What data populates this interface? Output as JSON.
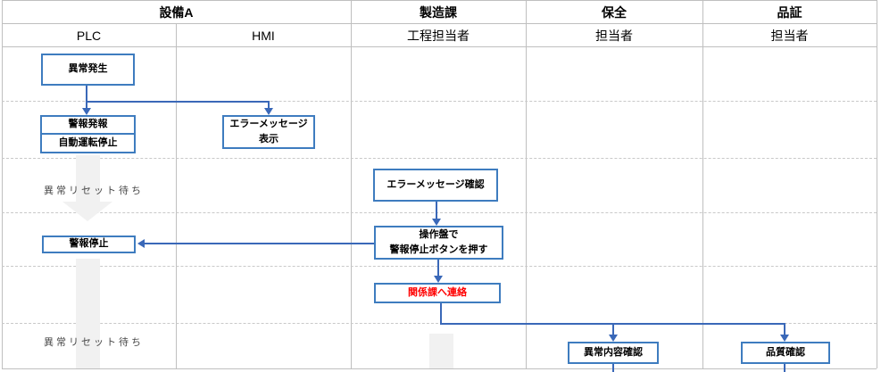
{
  "header": {
    "groups": [
      {
        "label": "設備A"
      },
      {
        "label": "製造課"
      },
      {
        "label": "保全"
      },
      {
        "label": "品証"
      }
    ],
    "subs": [
      "PLC",
      "HMI",
      "工程担当者",
      "担当者",
      "担当者"
    ]
  },
  "nodes": {
    "abnormal_occurs": "異常発生",
    "alarm_issued": "警報発報",
    "auto_stop": "自動運転停止",
    "error_msg_display_line1": "エラーメッセージ",
    "error_msg_display_line2": "表示",
    "error_msg_confirm": "エラーメッセージ確認",
    "press_stop_line1": "操作盤で",
    "press_stop_line2": "警報停止ボタンを押す",
    "alarm_stop": "警報停止",
    "contact_related": "関係課へ連絡",
    "abnormal_content_check": "異常内容確認",
    "quality_check": "品質確認",
    "wait_reset_1": "異常リセット待ち",
    "wait_reset_2": "異常リセット待ち"
  },
  "colors": {
    "box_border": "#3e7cbf",
    "connector": "#3a68b8",
    "alert_text": "#ff0000",
    "grid_line": "#bfbfbf",
    "block_arrow": "#f1f1f1",
    "gray_text": "#4a4a4a"
  }
}
